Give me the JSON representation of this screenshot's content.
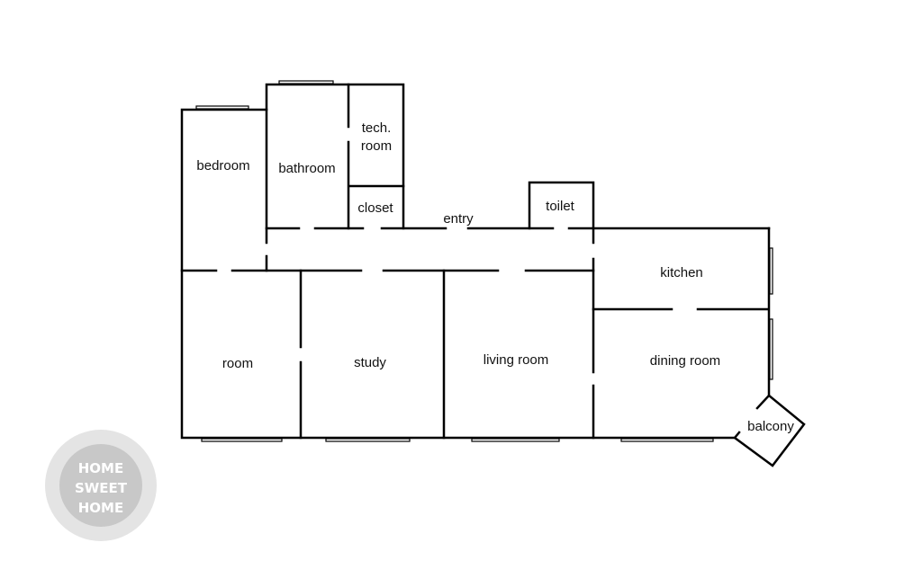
{
  "floor_plan": {
    "rooms": {
      "bedroom": "bedroom",
      "bathroom": "bathroom",
      "tech_room_line1": "tech.",
      "tech_room_line2": "room",
      "closet": "closet",
      "entry": "entry",
      "toilet": "toilet",
      "kitchen": "kitchen",
      "room": "room",
      "study": "study",
      "living_room": "living room",
      "dining_room": "dining room",
      "balcony": "balcony"
    }
  },
  "logo": {
    "line1": "HOME",
    "line2": "SWEET",
    "line3": "HOME",
    "color": "#cccccc"
  }
}
